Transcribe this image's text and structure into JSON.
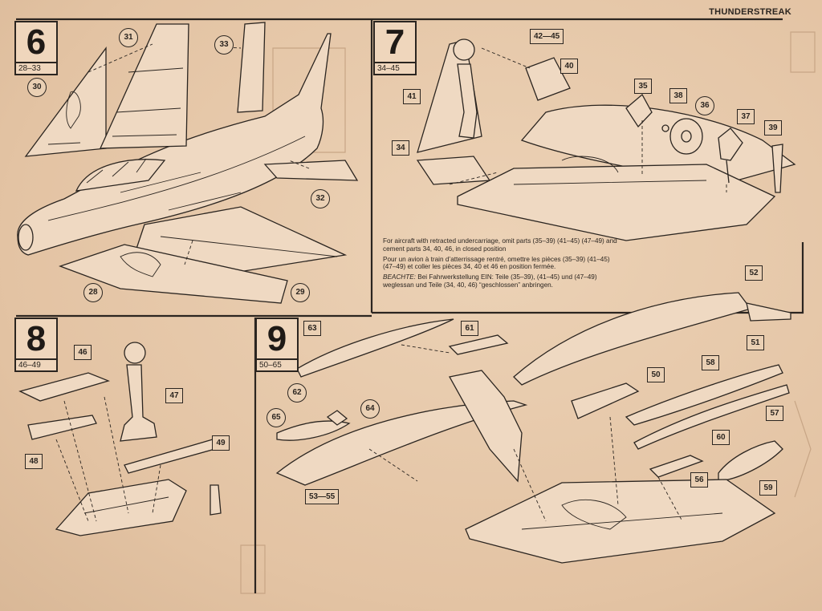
{
  "header": {
    "title": "THUNDERSTREAK"
  },
  "steps": [
    {
      "number": "6",
      "range": "28–33"
    },
    {
      "number": "7",
      "range": "34–45"
    },
    {
      "number": "8",
      "range": "46–49"
    },
    {
      "number": "9",
      "range": "50–65"
    }
  ],
  "callouts": {
    "p28": "28",
    "p29": "29",
    "p30": "30",
    "p31": "31",
    "p32": "32",
    "p33": "33",
    "p34": "34",
    "p35": "35",
    "p36": "36",
    "p37": "37",
    "p38": "38",
    "p39": "39",
    "p40": "40",
    "p41": "41",
    "p42_45": "42—45",
    "p46": "46",
    "p47": "47",
    "p48": "48",
    "p49": "49",
    "p50": "50",
    "p51": "51",
    "p52": "52",
    "p53_55": "53—55",
    "p56": "56",
    "p57": "57",
    "p58": "58",
    "p59": "59",
    "p60": "60",
    "p61": "61",
    "p62": "62",
    "p63": "63",
    "p64": "64",
    "p65": "65"
  },
  "notes": {
    "en": "For aircraft with retracted undercarriage, omit parts (35–39) (41–45) (47–49) and cement parts 34, 40, 46, in closed position",
    "fr": "Pour un avion à train d’atterrissage rentré, omettre les pièces (35–39) (41–45) (47–49) et coller les pièces 34, 40 et 46 en position fermée.",
    "de_label": "BEACHTE:",
    "de": "Bei Fahrwerkstellung EIN: Teile (35–39), (41–45) und (47–49) weglessan und Teile (34, 40, 46) “geschlossen” anbringen."
  }
}
